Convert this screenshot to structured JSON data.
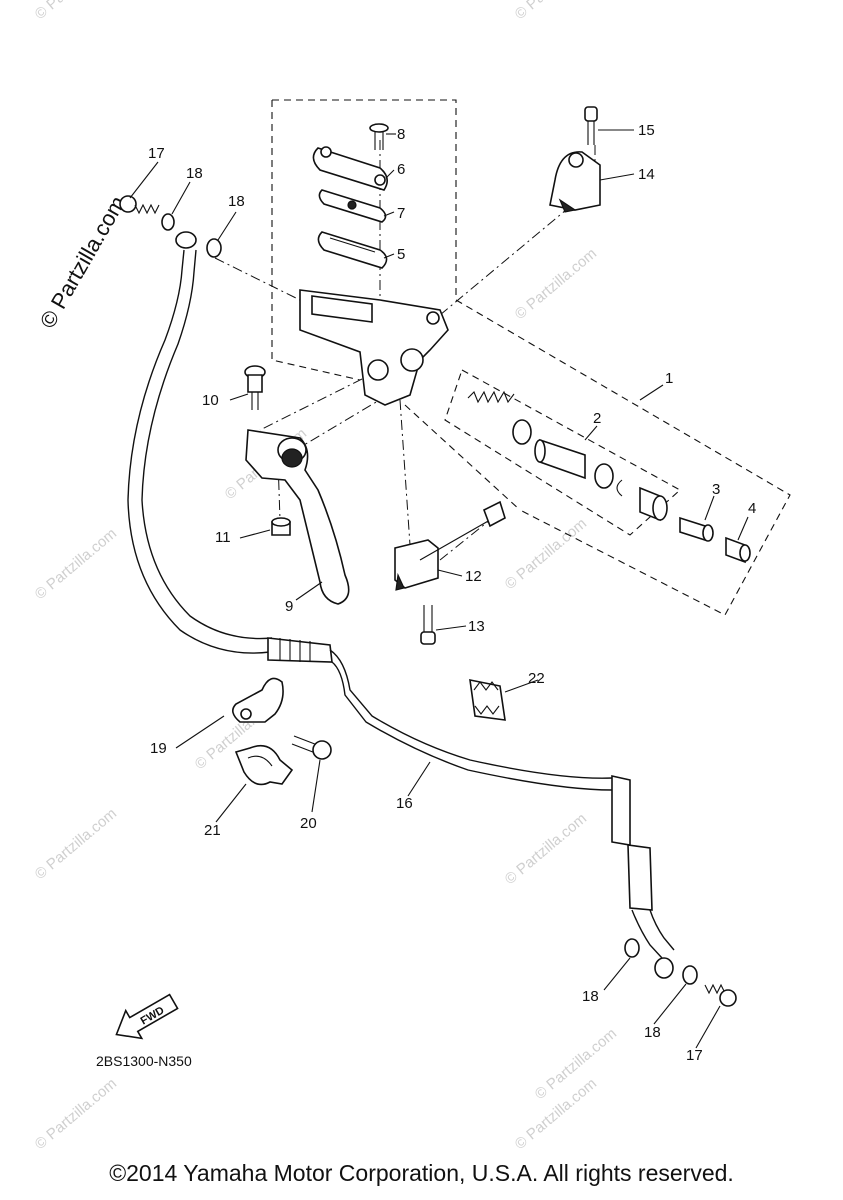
{
  "diagram": {
    "code": "2BS1300-N350",
    "fwd_label": "FWD",
    "watermark": "© Partzilla.com",
    "callouts": [
      "1",
      "2",
      "3",
      "4",
      "5",
      "6",
      "7",
      "8",
      "9",
      "10",
      "11",
      "12",
      "13",
      "14",
      "15",
      "16",
      "17",
      "18",
      "19",
      "20",
      "21",
      "22"
    ]
  },
  "footer": {
    "copyright": "©2014 Yamaha Motor Corporation, U.S.A. All rights reserved."
  }
}
